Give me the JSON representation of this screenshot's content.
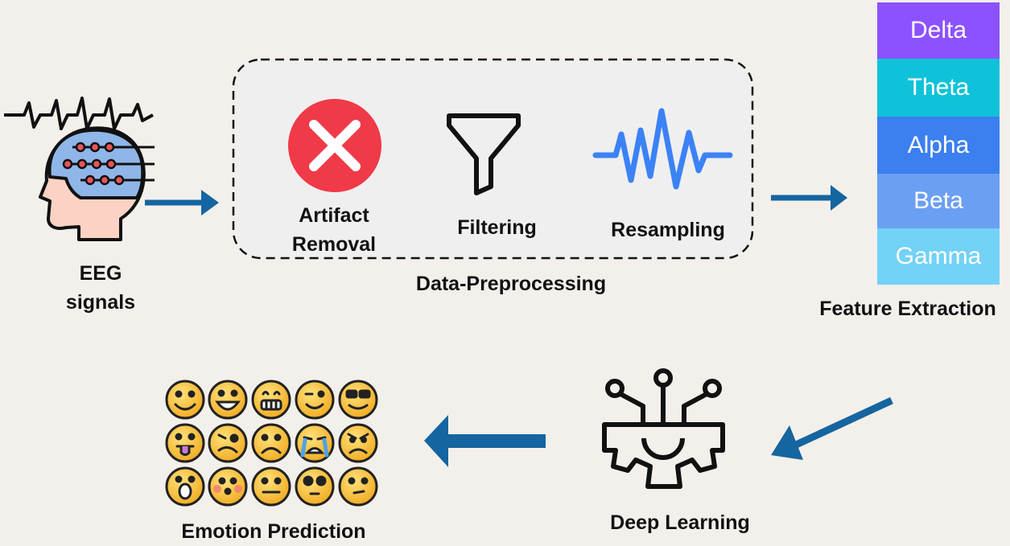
{
  "eeg": {
    "label_line1": "EEG",
    "label_line2": "signals"
  },
  "preprocessing": {
    "title": "Data-Preprocessing",
    "steps": {
      "artifact_line1": "Artifact",
      "artifact_line2": "Removal",
      "filtering": "Filtering",
      "resampling": "Resampling"
    }
  },
  "features": {
    "title": "Feature Extraction",
    "bands": [
      {
        "label": "Delta",
        "color": "#8c52ff"
      },
      {
        "label": "Theta",
        "color": "#10c2d9"
      },
      {
        "label": "Alpha",
        "color": "#3b7ff0"
      },
      {
        "label": "Beta",
        "color": "#6b9ff2"
      },
      {
        "label": "Gamma",
        "color": "#72d2f7"
      }
    ]
  },
  "deep_learning": {
    "title": "Deep Learning"
  },
  "emotion": {
    "title": "Emotion Prediction"
  },
  "colors": {
    "arrow": "#1565a0",
    "error_red": "#f03a47",
    "wave_blue": "#3b82f6",
    "emoji_face": "#f5c33b"
  }
}
